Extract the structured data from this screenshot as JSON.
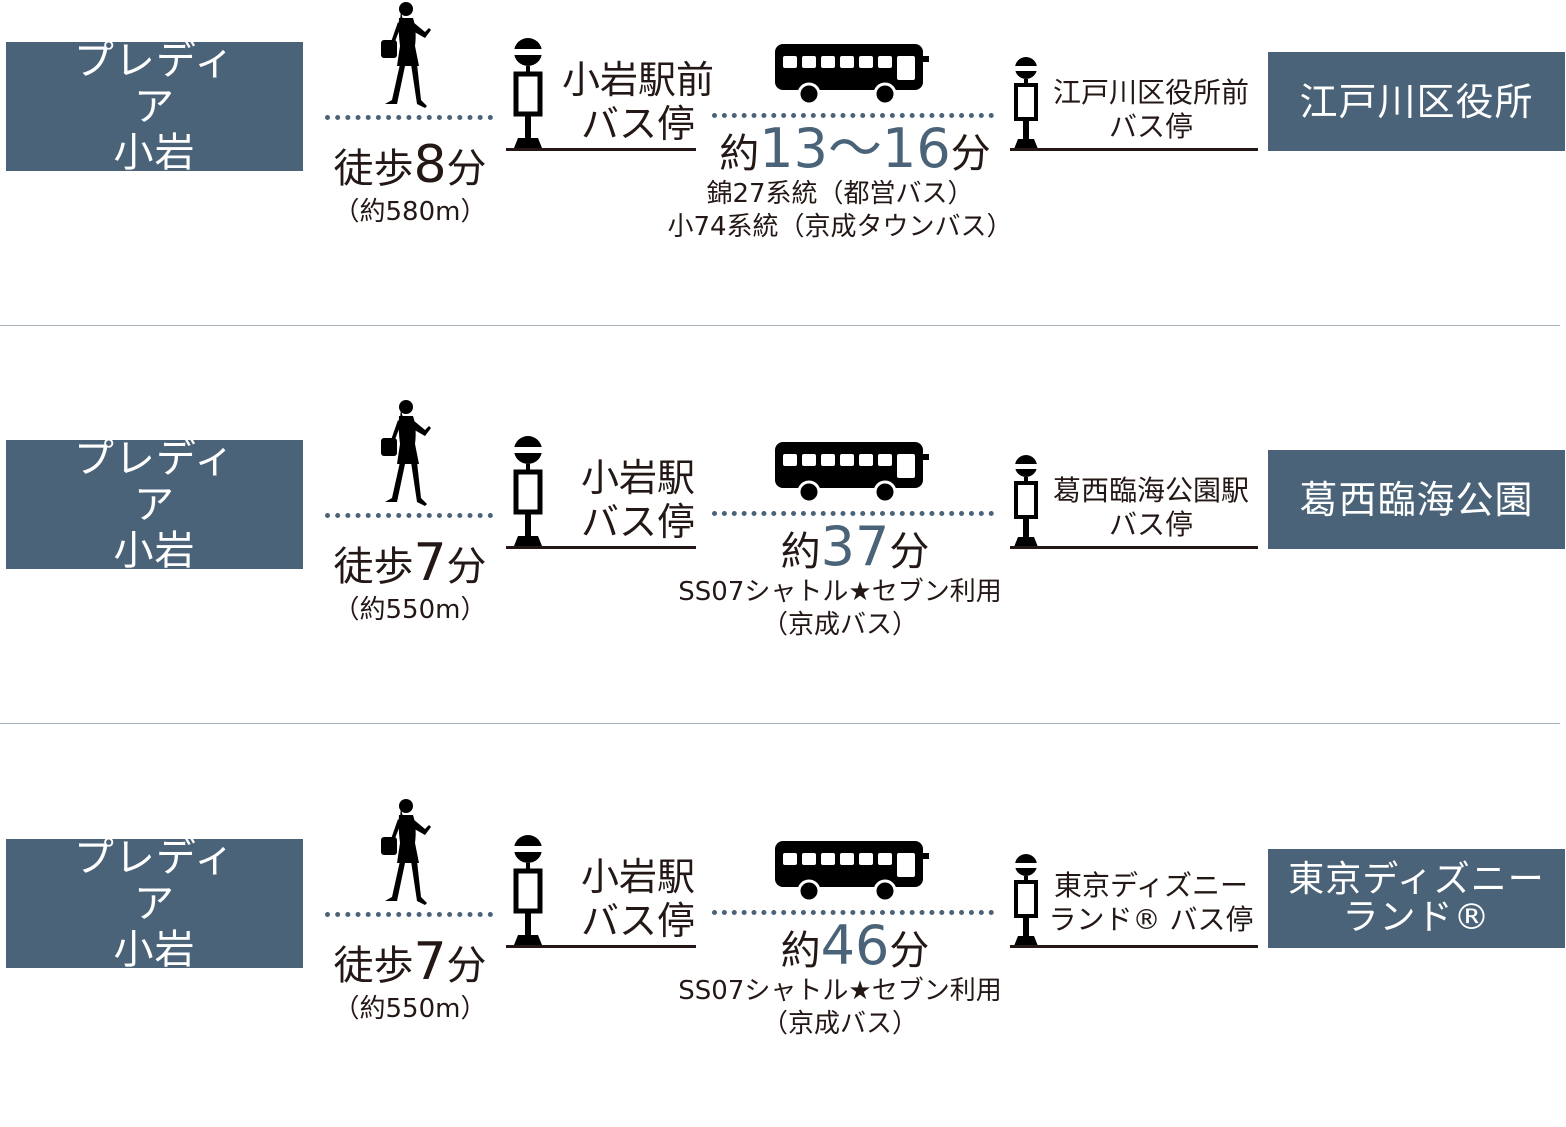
{
  "routes": [
    {
      "origin": "プレディア\n小岩",
      "walk_prefix": "徒歩",
      "walk_minutes": "8",
      "walk_unit": "分",
      "walk_distance": "（約580m）",
      "origin_stop": "小岩駅前\nバス停",
      "bus_prefix": "約",
      "bus_minutes": "13〜16",
      "bus_unit": "分",
      "bus_note": "錦27系統（都営バス）\n小74系統（京成タウンバス）",
      "dest_stop": "江戸川区役所前\nバス停",
      "destination": "江戸川区役所"
    },
    {
      "origin": "プレディア\n小岩",
      "walk_prefix": "徒歩",
      "walk_minutes": "7",
      "walk_unit": "分",
      "walk_distance": "（約550m）",
      "origin_stop": "小岩駅\nバス停",
      "bus_prefix": "約",
      "bus_minutes": "37",
      "bus_unit": "分",
      "bus_note": "SS07シャトル★セブン利用\n（京成バス）",
      "dest_stop": "葛西臨海公園駅\nバス停",
      "destination": "葛西臨海公園"
    },
    {
      "origin": "プレディア\n小岩",
      "walk_prefix": "徒歩",
      "walk_minutes": "7",
      "walk_unit": "分",
      "walk_distance": "（約550m）",
      "origin_stop": "小岩駅\nバス停",
      "bus_prefix": "約",
      "bus_minutes": "46",
      "bus_unit": "分",
      "bus_note": "SS07シャトル★セブン利用\n（京成バス）",
      "dest_stop": "東京ディズニー\nランド® バス停",
      "destination": "東京ディズニー\nランド®"
    }
  ],
  "colors": {
    "accent": "#4a6378",
    "text": "#231815",
    "divider": "#a9b2b9"
  },
  "icons": {
    "walker": "walking-woman-icon",
    "bus_stop": "bus-stop-icon",
    "bus": "bus-icon"
  }
}
